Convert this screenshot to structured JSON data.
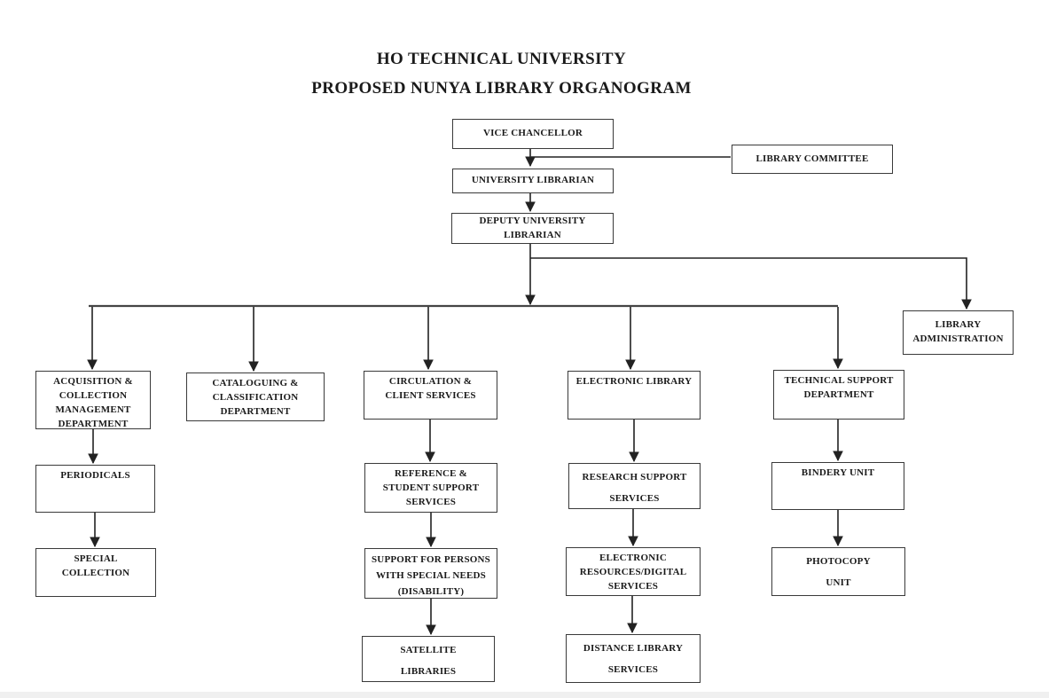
{
  "title": {
    "line1": "HO TECHNICAL UNIVERSITY",
    "line2": "PROPOSED NUNYA LIBRARY ORGANOGRAM"
  },
  "nodes": {
    "vice_chancellor": {
      "label": "VICE CHANCELLOR"
    },
    "library_committee": {
      "label": "LIBRARY COMMITTEE"
    },
    "university_librarian": {
      "label": "UNIVERSITY LIBRARIAN"
    },
    "deputy_university_librarian": {
      "label": "DEPUTY UNIVERSITY\nLIBRARIAN"
    },
    "library_administration": {
      "label": "LIBRARY\nADMINISTRATION"
    },
    "acquisition": {
      "label": "ACQUISITION &\nCOLLECTION\nMANAGEMENT\nDEPARTMENT"
    },
    "cataloguing": {
      "label": "CATALOGUING &\nCLASSIFICATION\nDEPARTMENT"
    },
    "circulation": {
      "label": "CIRCULATION &\nCLIENT SERVICES"
    },
    "electronic_library": {
      "label": "ELECTRONIC LIBRARY"
    },
    "technical_support": {
      "label": "TECHNICAL SUPPORT\nDEPARTMENT"
    },
    "periodicals": {
      "label": "PERIODICALS"
    },
    "special_collection": {
      "label": "SPECIAL\nCOLLECTION"
    },
    "reference_student_support": {
      "label": "REFERENCE &\nSTUDENT SUPPORT\nSERVICES"
    },
    "support_special_needs": {
      "label": "SUPPORT FOR PERSONS\nWITH SPECIAL NEEDS\n(DISABILITY)"
    },
    "satellite_libraries": {
      "label": "SATELLITE\nLIBRARIES"
    },
    "research_support": {
      "label": "RESEARCH SUPPORT\nSERVICES"
    },
    "electronic_resources": {
      "label": "ELECTRONIC\nRESOURCES/DIGITAL\nSERVICES"
    },
    "distance_library": {
      "label": "DISTANCE LIBRARY\nSERVICES"
    },
    "bindery_unit": {
      "label": "BINDERY UNIT"
    },
    "photocopy_unit": {
      "label": "PHOTOCOPY\nUNIT"
    }
  },
  "edges": [
    {
      "from": "vice_chancellor",
      "to": "university_librarian"
    },
    {
      "from": "vice_chancellor",
      "to": "library_committee"
    },
    {
      "from": "university_librarian",
      "to": "deputy_university_librarian"
    },
    {
      "from": "deputy_university_librarian",
      "to": "library_administration"
    },
    {
      "from": "deputy_university_librarian",
      "to": "acquisition"
    },
    {
      "from": "deputy_university_librarian",
      "to": "cataloguing"
    },
    {
      "from": "deputy_university_librarian",
      "to": "circulation"
    },
    {
      "from": "deputy_university_librarian",
      "to": "electronic_library"
    },
    {
      "from": "deputy_university_librarian",
      "to": "technical_support"
    },
    {
      "from": "acquisition",
      "to": "periodicals"
    },
    {
      "from": "periodicals",
      "to": "special_collection"
    },
    {
      "from": "circulation",
      "to": "reference_student_support"
    },
    {
      "from": "reference_student_support",
      "to": "support_special_needs"
    },
    {
      "from": "support_special_needs",
      "to": "satellite_libraries"
    },
    {
      "from": "electronic_library",
      "to": "research_support"
    },
    {
      "from": "research_support",
      "to": "electronic_resources"
    },
    {
      "from": "electronic_resources",
      "to": "distance_library"
    },
    {
      "from": "technical_support",
      "to": "bindery_unit"
    },
    {
      "from": "bindery_unit",
      "to": "photocopy_unit"
    }
  ],
  "colors": {
    "line": "#222222",
    "box_border": "#3a3a3a",
    "background": "#ffffff",
    "bottom_bar": "#f0f0f0"
  }
}
